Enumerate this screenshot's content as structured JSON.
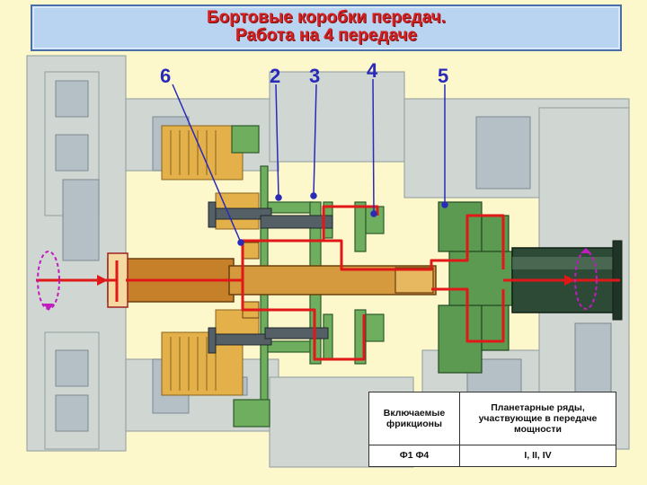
{
  "title": {
    "line1": "Бортовые коробки передач.",
    "line2": "Работа на 4 передаче"
  },
  "callouts": [
    "6",
    "2",
    "3",
    "4",
    "5"
  ],
  "table": {
    "headers": [
      "Включаемые фрикционы",
      "Планетарные ряды, участвующие в передаче мощности"
    ],
    "row": [
      "Ф1  Ф4",
      "I, II, IV"
    ]
  },
  "colors": {
    "background": "#fdf8cc",
    "title_text": "#d42020",
    "title_box": "#b8d4f0",
    "callout_text": "#2a2ab8",
    "shaft": "#d08b2c",
    "planetary_gear": "#4f9a4f",
    "power_flow": "#e01818",
    "housing": "#9aa7b0",
    "output_shaft": "#2d4a36"
  }
}
